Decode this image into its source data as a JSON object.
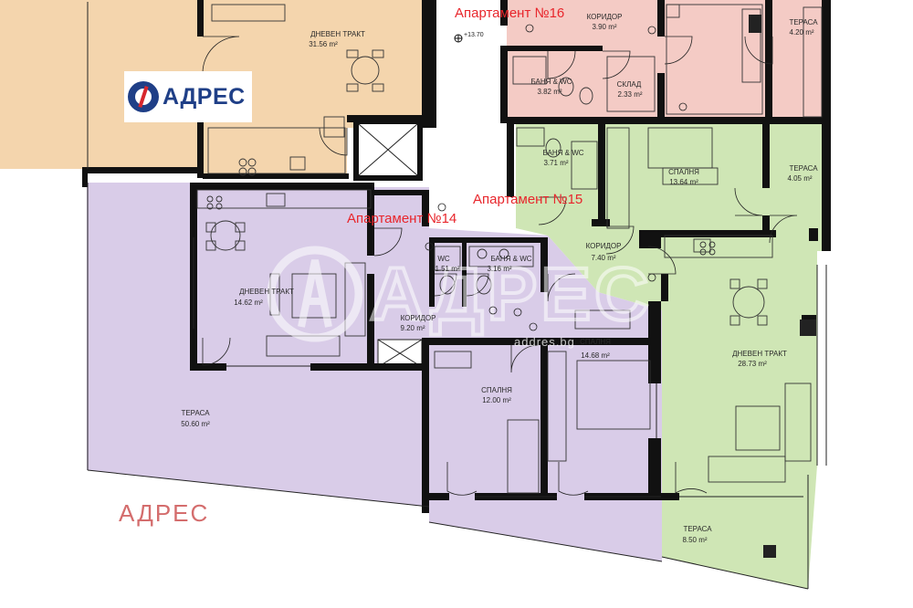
{
  "brand": {
    "name": "АДРЕС",
    "watermark_url": "addres.bg"
  },
  "level_mark": "+13.70",
  "apartments": {
    "a14": {
      "label": "Апартамент №14",
      "color": "#d9cce8"
    },
    "a15": {
      "label": "Апартамент №15",
      "color": "#cfe6b5"
    },
    "a16": {
      "label": "Апартамент №16",
      "color": "#f4cbc5"
    },
    "west": {
      "color": "#f4d5ad"
    }
  },
  "rooms": {
    "dneven_west": {
      "name": "ДНЕВЕН ТРАКТ",
      "area": "31.56 m²"
    },
    "koridor_16": {
      "name": "КОРИДОР",
      "area": "3.90 m²"
    },
    "terasa_16": {
      "name": "ТЕРАСА",
      "area": "4.20 m²"
    },
    "banya_16": {
      "name": "БАНЯ & WC",
      "area": "3.82 m²"
    },
    "sklad_16": {
      "name": "СКЛАД",
      "area": "2.33 m²"
    },
    "banya_15": {
      "name": "БАНЯ & WC",
      "area": "3.71 m²"
    },
    "spalnya_15": {
      "name": "СПАЛНЯ",
      "area": "13.64 m²"
    },
    "terasa_15": {
      "name": "ТЕРАСА",
      "area": "4.05 m²"
    },
    "koridor_15": {
      "name": "КОРИДОР",
      "area": "7.40 m²"
    },
    "dneven_15": {
      "name": "ДНЕВЕН ТРАКТ",
      "area": "28.73 m²"
    },
    "terasa_15_s": {
      "name": "ТЕРАСА",
      "area": "8.50 m²"
    },
    "dneven_14": {
      "name": "ДНЕВЕН ТРАКТ",
      "area": "14.62 m²"
    },
    "wc_14": {
      "name": "WC",
      "area": "1.51 m²"
    },
    "banya_14": {
      "name": "БАНЯ & WC",
      "area": "3.16 m²"
    },
    "koridor_14": {
      "name": "КОРИДОР",
      "area": "9.20 m²"
    },
    "spalnya_14_a": {
      "name": "СПАЛНЯ",
      "area": "12.00 m²"
    },
    "spalnya_14_b": {
      "name": "СПАЛНЯ",
      "area": "14.68 m²"
    },
    "terasa_14": {
      "name": "ТЕРАСА",
      "area": "50.60 m²"
    }
  }
}
